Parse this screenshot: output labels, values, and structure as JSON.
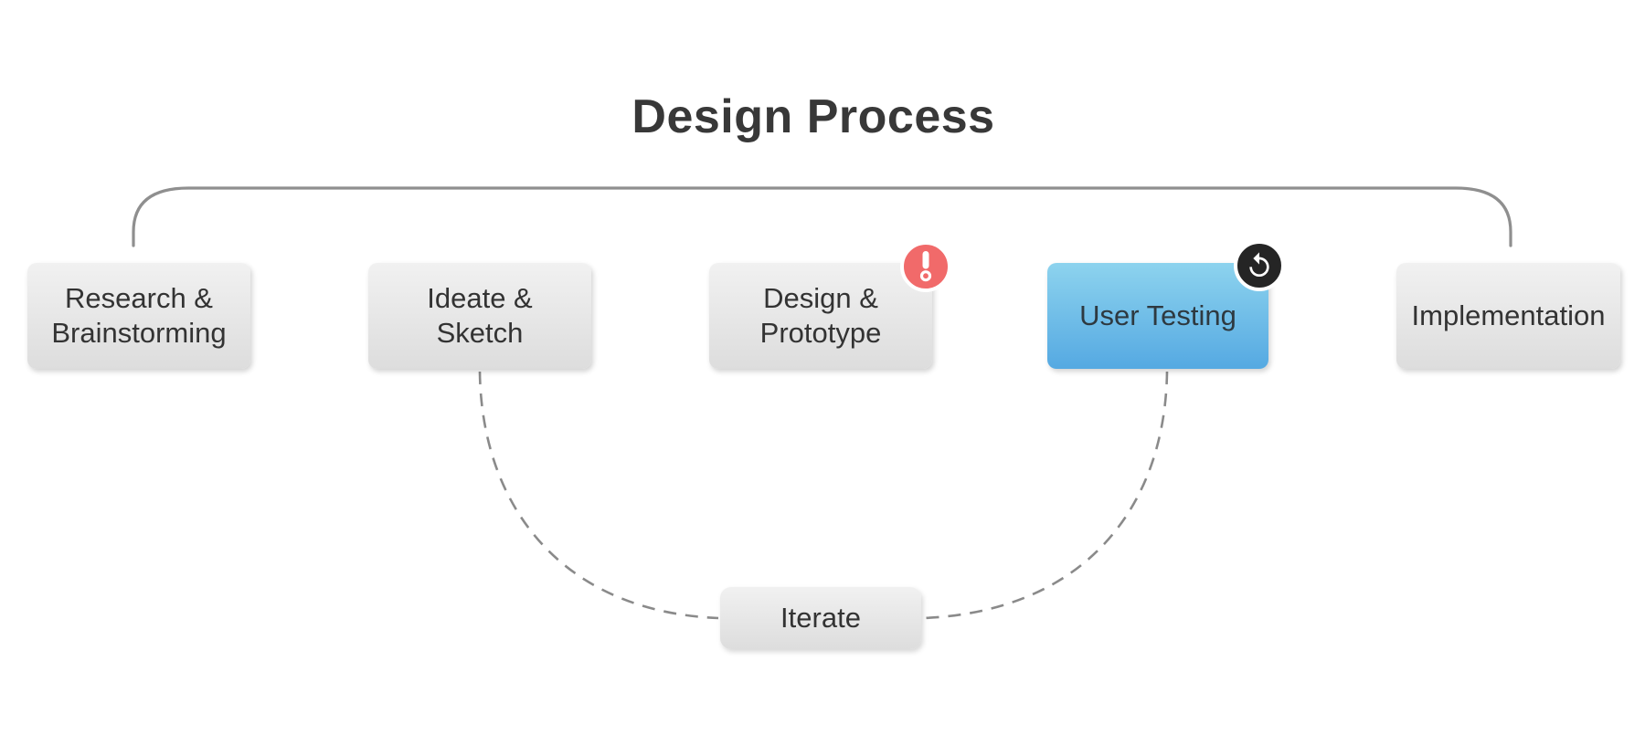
{
  "title": "Design Process",
  "stages": [
    {
      "label": "Research &\nBrainstorming",
      "state": "normal",
      "badge": "none"
    },
    {
      "label": "Ideate &\nSketch",
      "state": "normal",
      "badge": "none"
    },
    {
      "label": "Design &\nPrototype",
      "state": "normal",
      "badge": "alert"
    },
    {
      "label": "User Testing",
      "state": "active",
      "badge": "replay"
    },
    {
      "label": "Implementation",
      "state": "normal",
      "badge": "none"
    }
  ],
  "loop": {
    "label": "Iterate"
  },
  "icons": {
    "alert_badge": "exclamation-icon",
    "replay_badge": "replay-icon"
  },
  "colors": {
    "background": "#ffffff",
    "title_text": "#383838",
    "stage_text": "#333333",
    "stage_gradient_top": "#f1f1f1",
    "stage_gradient_bottom": "#dddddd",
    "active_gradient_top": "#8dd3ee",
    "active_gradient_bottom": "#55a9e2",
    "alert_badge_bg": "#f16a6a",
    "replay_badge_bg": "#252525",
    "bracket_line": "#8f8f8f",
    "dashed_line": "#8a8a8a"
  }
}
